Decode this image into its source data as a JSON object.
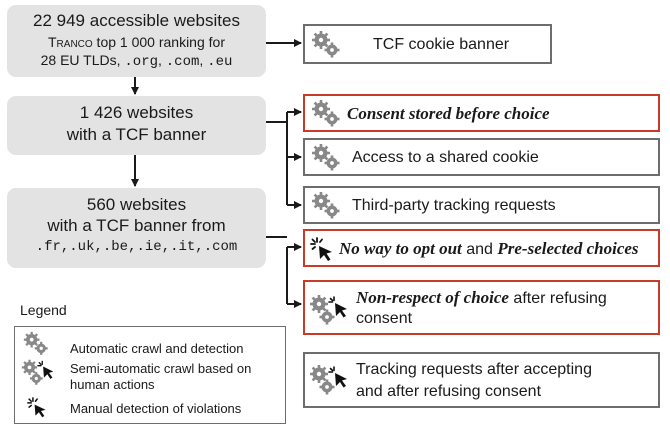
{
  "source": {
    "count": "22 949 accessible websites",
    "tranco": "Tranco",
    "line2": " top 1 000 ranking for",
    "line3a": "28 EU TLDs, ",
    "line3b": ".org",
    "line3c": ", ",
    "line3d": ".com",
    "line3e": ", ",
    "line3f": ".eu"
  },
  "tcf_banner": {
    "label": "TCF cookie banner"
  },
  "with_banner": {
    "line1": "1 426 websites",
    "line2": "with a TCF banner"
  },
  "consent_stored": {
    "label": "Consent stored before choice"
  },
  "shared_cookie": {
    "label": "Access to a shared cookie"
  },
  "third_party": {
    "label": "Third-party tracking requests"
  },
  "subset": {
    "line1": "560 websites",
    "line2": "with a TCF banner from",
    "line3": ".fr,.uk,.be,.ie,.it,.com"
  },
  "optout": {
    "part1": "No way to opt out",
    "part2": " and ",
    "part3": "Pre-selected choices"
  },
  "nonrespect": {
    "part1": "Non-respect of choice",
    "part2": " after refusing",
    "line2": "consent"
  },
  "tracking_after": {
    "line1": "Tracking requests after accepting",
    "line2": "and after refusing consent"
  },
  "legend": {
    "title": "Legend",
    "item1": "Automatic crawl and detection",
    "item2a": "Semi-automatic crawl based on",
    "item2b": "human actions",
    "item3": "Manual detection of violations"
  },
  "colors": {
    "violation_border": "#c73c28",
    "box_border": "#6d6d6d",
    "grey_fill": "#e3e3e3"
  },
  "icons": [
    "gears-icon",
    "cursor-click-icon",
    "gears-cursor-icon"
  ]
}
